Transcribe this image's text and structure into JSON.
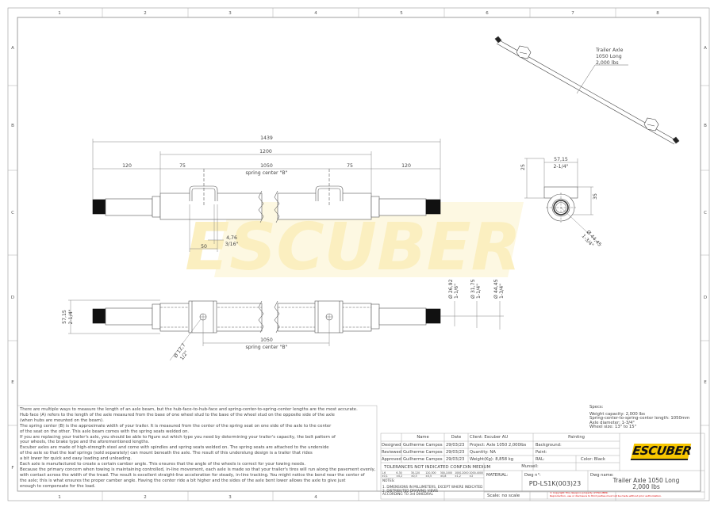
{
  "frame": {
    "columns": [
      "1",
      "2",
      "3",
      "4",
      "5",
      "6",
      "7",
      "8"
    ],
    "rows": [
      "A",
      "B",
      "C",
      "D",
      "E",
      "F"
    ]
  },
  "watermark": {
    "text": "ESCUBER",
    "color": "#fcf3c8"
  },
  "iso_view": {
    "label_lines": [
      "Trailer Axle",
      "1050 Long",
      "2,000 lbs"
    ]
  },
  "front_view": {
    "overall": "1439",
    "body": "1200",
    "spindle_left": "120",
    "seat_left": "75",
    "spring_center": "1050",
    "spring_center_label": "spring center \"B\"",
    "seat_right": "75",
    "spindle_right": "120",
    "seat_width": "50",
    "seat_thickness_mm": "4,76",
    "seat_thickness_in": "3/16\""
  },
  "bottom_view": {
    "height_mm": "57,15",
    "height_in": "2-1/4\"",
    "hole_mm": "Ø 12,7",
    "hole_in": "1/2\"",
    "spring_center": "1050",
    "spring_center_label": "spring center \"B\"",
    "diameters": [
      {
        "mm": "Ø 26,92",
        "in": "1-1/6\""
      },
      {
        "mm": "Ø 31,75",
        "in": "1-1/4\""
      },
      {
        "mm": "Ø 44,45",
        "in": "1-3/4\""
      }
    ]
  },
  "end_view": {
    "width_mm": "57,15",
    "width_in": "2-1/4\"",
    "height_left": "25",
    "height_right": "35",
    "diameter_mm": "Ø 44,45",
    "diameter_in": "1-3/4\""
  },
  "notes": {
    "lines": [
      "There are multiple ways to measure the length of an axle beam, but the hub-face-to-hub-face and spring-center-to-spring-center lengths are the most accurate.",
      "Hub face (A) refers to the length of the axle measured from the base of one wheel stud to the base of the wheel stud on the opposite side of the axle",
      "(when hubs are mounted on the beam).",
      "The spring center (B) is the approximate width of your trailer. It is measured from the center of the spring seat on one side of the axle to the center",
      "of the seat on the other. This axle beam comes with the spring seats welded on.",
      "If you are replacing your trailer's axle, you should be able to figure out which type you need by determining your trailer's capacity, the bolt pattern of",
      "your wheels, the brake type and the aforementioned lengths.",
      "Escuber axles are made of high-strength steel and come with spindles and spring seats welded on. The spring seats are attached to the underside",
      "of the axle so that the leaf springs (sold separately) can mount beneath the axle. The result of this underslung design is a trailer that rides",
      "a bit lower for quick and easy loading and unloading.",
      "Each axle is manufactured to create a certain camber angle. This ensures that the angle of the wheels is correct for your towing needs.",
      "Because the primary concern when towing is maintaining controlled, in-line movement, each axle is made so that your trailer's tires will run along the pavement evenly,",
      "with contact across the width of the tread. The result is excellent straight-line acceleration for steady, in-line tracking. You might notice the bend near the center of",
      "the axle; this is what ensures the proper camber angle. Having the center ride a bit higher and the sides of the axle bent lower allows the axle to give just",
      "enough to compensate for the load."
    ]
  },
  "specs": {
    "title": "Specs:",
    "lines": [
      "Weight capacity: 2,000 lbs",
      "Spring-center-to-spring-center length: 1050mm",
      "Axle diameter: 1-3/4\"",
      "Wheel size: 13\" to 15\""
    ]
  },
  "title_block": {
    "header_name": "Name",
    "header_date": "Date",
    "client": "Client: Escuber AU",
    "painting": "Painting",
    "rows": [
      {
        "role": "Designed",
        "name": "Guilherme Campos",
        "date": "29/03/23",
        "info": "Project: Axle 1050 2,000lbs",
        "paint": "Background:"
      },
      {
        "role": "Reviewed",
        "name": "Guilherme Campos",
        "date": "29/03/23",
        "info": "Quantity: NA",
        "paint": "Paint:"
      },
      {
        "role": "Approved",
        "name": "Guilherme Campos",
        "date": "29/03/23",
        "info": "Weight(Kg): 8,858 kg",
        "paint": "RAL:"
      }
    ],
    "color": "Color: Black",
    "munsell": "Munsell:",
    "tolerances_title": "TOLERANCES NOT INDICATED CONF.DIN MEDIUM",
    "tolerance_ranges": [
      "1-6",
      "6-30",
      "30-120",
      "120-300",
      "300-1000",
      "1000-2000",
      "2000-4000"
    ],
    "tolerance_values": [
      "±0,1",
      "±0,2",
      "±0,3",
      "±0,5",
      "±0,8",
      "±1,2",
      "±2"
    ],
    "notes_title": "NOTES:",
    "notes": [
      "1. DIMENSIONS IN MILLIMETERS, EXCEPT WHERE INDICATED",
      "2. DISTRIBUTED DRAWING VIEWS",
      "ACCORDING TO 3rd DIHEDRAL"
    ],
    "material": "MATERIAL:",
    "dwg_no_label": "Dwg n°:",
    "dwg_no": "PD-LS1K(003)23",
    "dwg_name_label": "Dwg name:",
    "dwg_name_lines": [
      "Trailer Axle 1050 Long",
      "2,000 lbs"
    ],
    "scale": "Scale: no scale",
    "copyright_lines": [
      "© Copyright This design is property of ESCUBER.",
      "Reproduction, use or disclosure to third parties must not be made without prior authorization."
    ],
    "logo": "ESCUBER",
    "logo_color": "#f7c600"
  }
}
